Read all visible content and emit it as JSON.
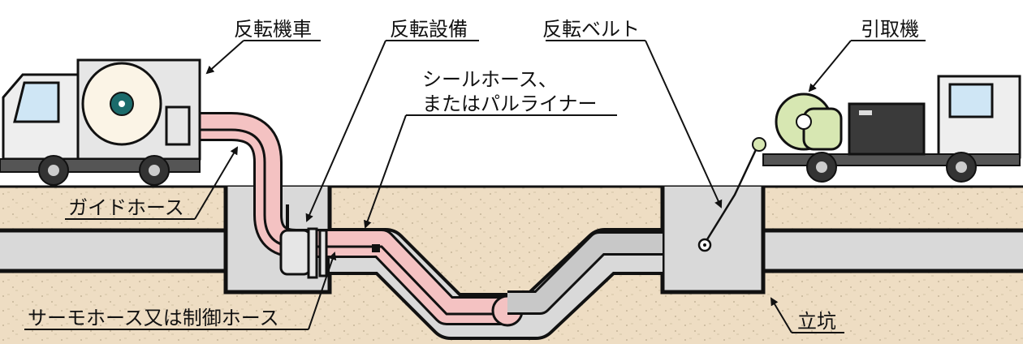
{
  "labels": {
    "reversing_truck": "反転機車",
    "reversing_equipment": "反転設備",
    "reversing_belt": "反転ベルト",
    "puller": "引取機",
    "seal_hose_line1": "シールホース、",
    "seal_hose_line2": "またはパルライナー",
    "guide_hose": "ガイドホース",
    "thermo_hose": "サーモホース又は制御ホース",
    "shaft": "立坑"
  },
  "colors": {
    "ground": "#eeddc3",
    "concrete": "#d9d9d9",
    "liner": "#f4c2c2",
    "hose_gray": "#c8c8c8",
    "machine_green": "#d7e7b2",
    "truck_window": "#cfe6f5",
    "outline": "#111111"
  }
}
